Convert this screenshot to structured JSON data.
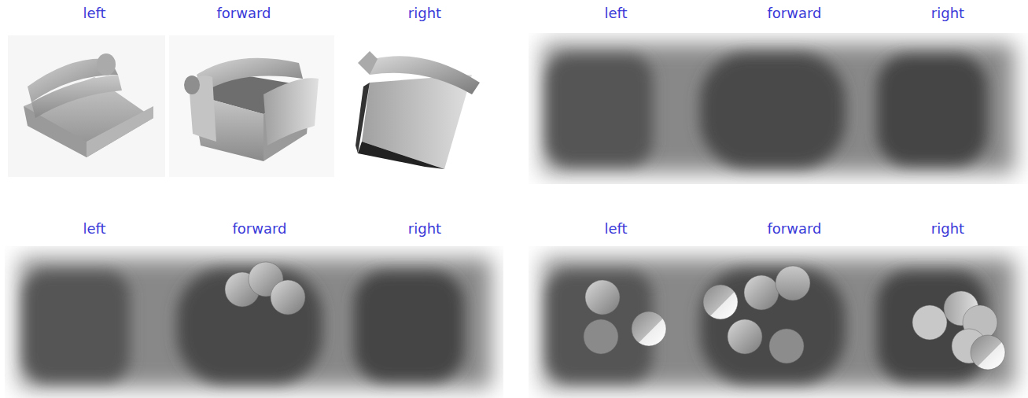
{
  "diagram": {
    "labels": [
      "left",
      "forward",
      "right",
      "left",
      "forward",
      "right",
      "left",
      "forward",
      "right",
      "left",
      "forward",
      "right"
    ]
  }
}
